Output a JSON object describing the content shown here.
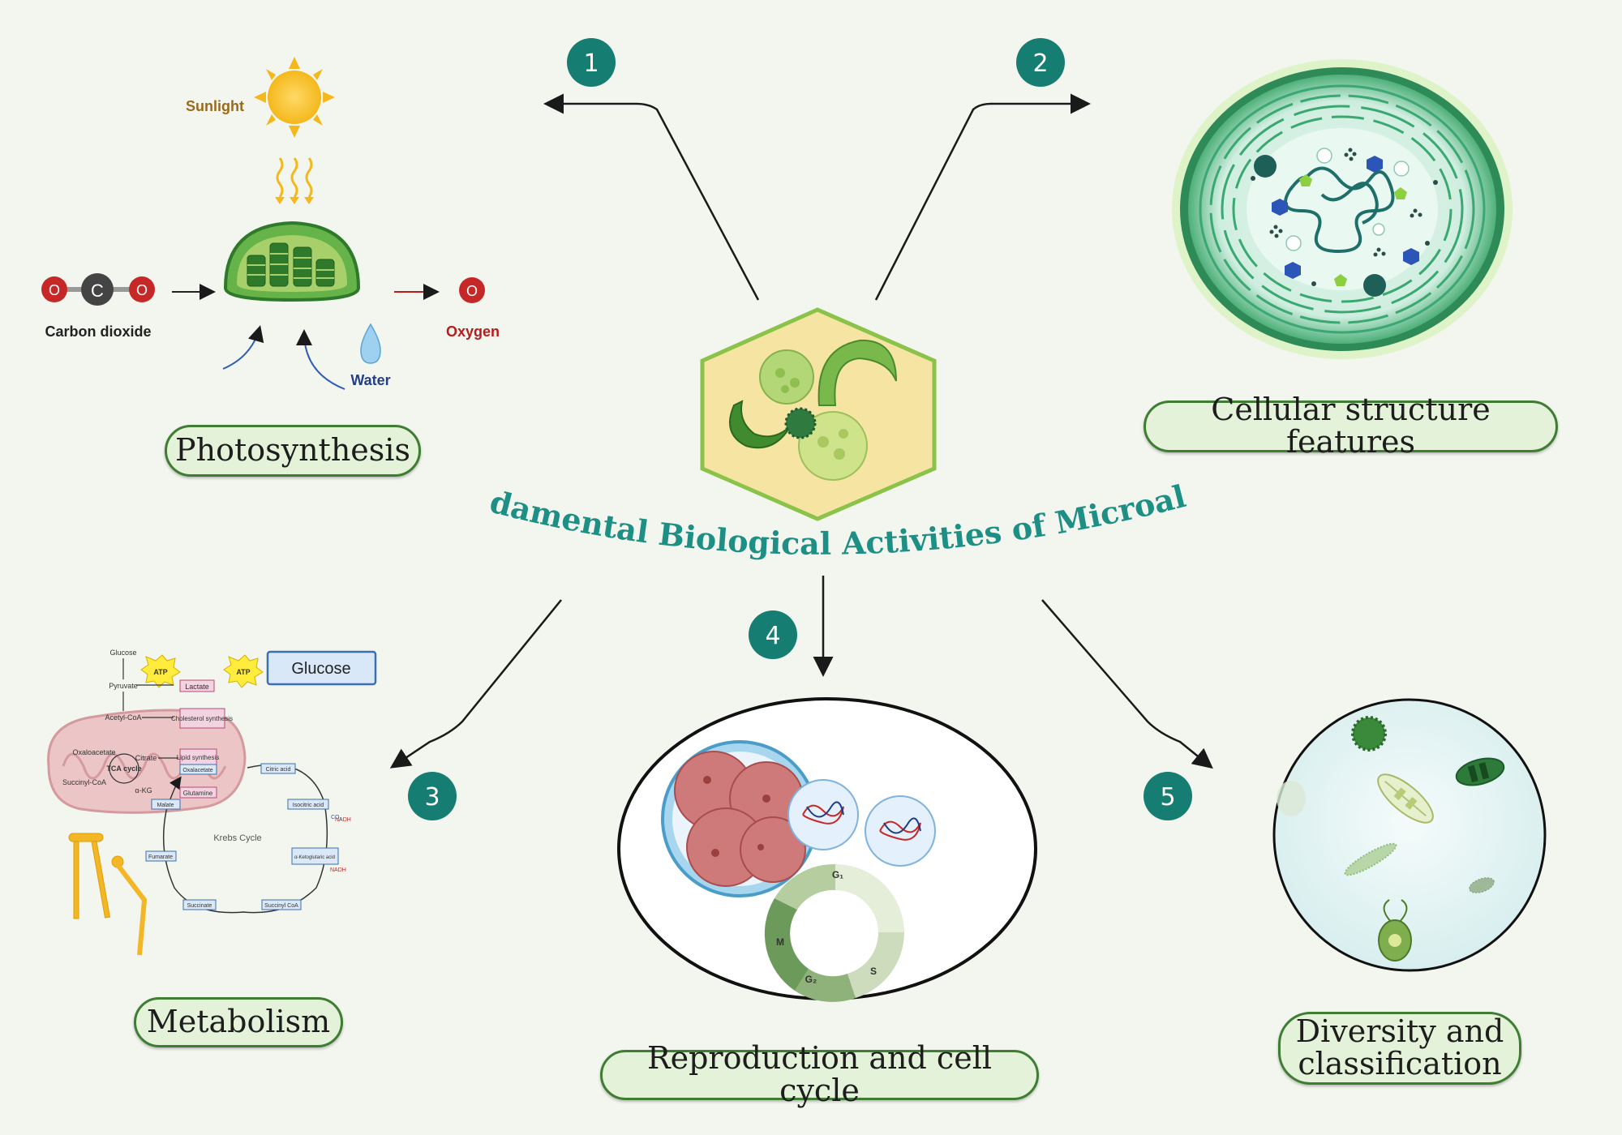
{
  "title": "Fundamental Biological Activities of Microalgae",
  "sections": [
    {
      "number": "1",
      "label": "Photosynthesis"
    },
    {
      "number": "2",
      "label": "Cellular structure features"
    },
    {
      "number": "3",
      "label": "Metabolism"
    },
    {
      "number": "4",
      "label": "Reproduction and cell cycle"
    },
    {
      "number": "5",
      "label_line1": "Diversity and",
      "label_line2": "classification"
    }
  ],
  "photosynthesis": {
    "sunlight": "Sunlight",
    "carbon_dioxide": "Carbon dioxide",
    "water": "Water",
    "oxygen": "Oxygen",
    "o": "O",
    "c": "C"
  },
  "metabolism": {
    "glucose_box": "Glucose",
    "glucose": "Glucose",
    "pyruvate": "Pyruvate",
    "acetyl_coa": "Acetyl-CoA",
    "atp": "ATP",
    "lactate": "Lactate",
    "cholesterol": "Cholesterol synthesis",
    "lipid": "Lipid synthesis",
    "citrate": "Citrate",
    "oxaloacetate": "Oxaloacetate",
    "tca": "TCA cycle",
    "succinyl_coa": "Succinyl-CoA",
    "akg": "α-KG",
    "glutamine": "Glutamine",
    "krebs": "Krebs Cycle",
    "citric_acid": "Citric acid",
    "isocitric_acid": "Isocitric acid",
    "alpha_kg_acid": "α-Ketoglutaric acid",
    "succinyl_coa_2": "Succinyl CoA",
    "succinate": "Succinate",
    "fumarate": "Fumarate",
    "malate": "Malate",
    "oxalacetate": "Oxalacetate",
    "nadh": "NADH",
    "co2": "CO₂"
  },
  "cell_cycle": {
    "g1": "G₁",
    "s": "S",
    "g2": "G₂",
    "m": "M"
  },
  "colors": {
    "teal": "#167d72",
    "pill_border": "#3e7d32",
    "pill_fill": "#e4f2d9",
    "background": "#f3f6ef"
  }
}
